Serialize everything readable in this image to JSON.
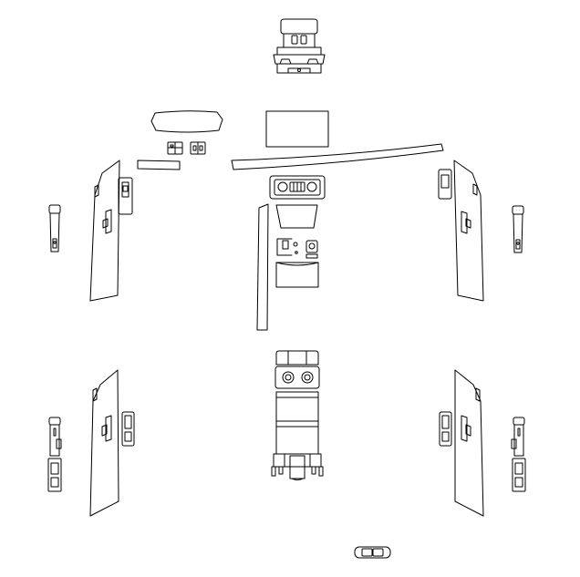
{
  "diagram": {
    "parts": [
      {
        "name": "overhead-console",
        "kind": "console"
      },
      {
        "name": "instrument-cluster-trim",
        "kind": "panel"
      },
      {
        "name": "infotainment-screen",
        "kind": "screen"
      },
      {
        "name": "mirror-switch-left",
        "kind": "switch"
      },
      {
        "name": "mirror-switch-right",
        "kind": "switch"
      },
      {
        "name": "dash-trim-left",
        "kind": "strip"
      },
      {
        "name": "dash-trim-center-right",
        "kind": "strip"
      },
      {
        "name": "climate-control-panel",
        "kind": "panel"
      },
      {
        "name": "center-console-front",
        "kind": "console"
      },
      {
        "name": "console-side-panel",
        "kind": "panel"
      },
      {
        "name": "door-panel-front-left",
        "kind": "door"
      },
      {
        "name": "door-panel-front-right",
        "kind": "door"
      },
      {
        "name": "door-panel-rear-left",
        "kind": "door"
      },
      {
        "name": "door-panel-rear-right",
        "kind": "door"
      },
      {
        "name": "door-handle-front-left",
        "kind": "handle"
      },
      {
        "name": "door-handle-front-right",
        "kind": "handle"
      },
      {
        "name": "door-handle-rear-left",
        "kind": "handle"
      },
      {
        "name": "door-handle-rear-right",
        "kind": "handle"
      },
      {
        "name": "center-console-rear",
        "kind": "console"
      },
      {
        "name": "rear-switch-panel",
        "kind": "switch"
      }
    ],
    "stroke_color": "#000000",
    "background_color": "#ffffff"
  }
}
